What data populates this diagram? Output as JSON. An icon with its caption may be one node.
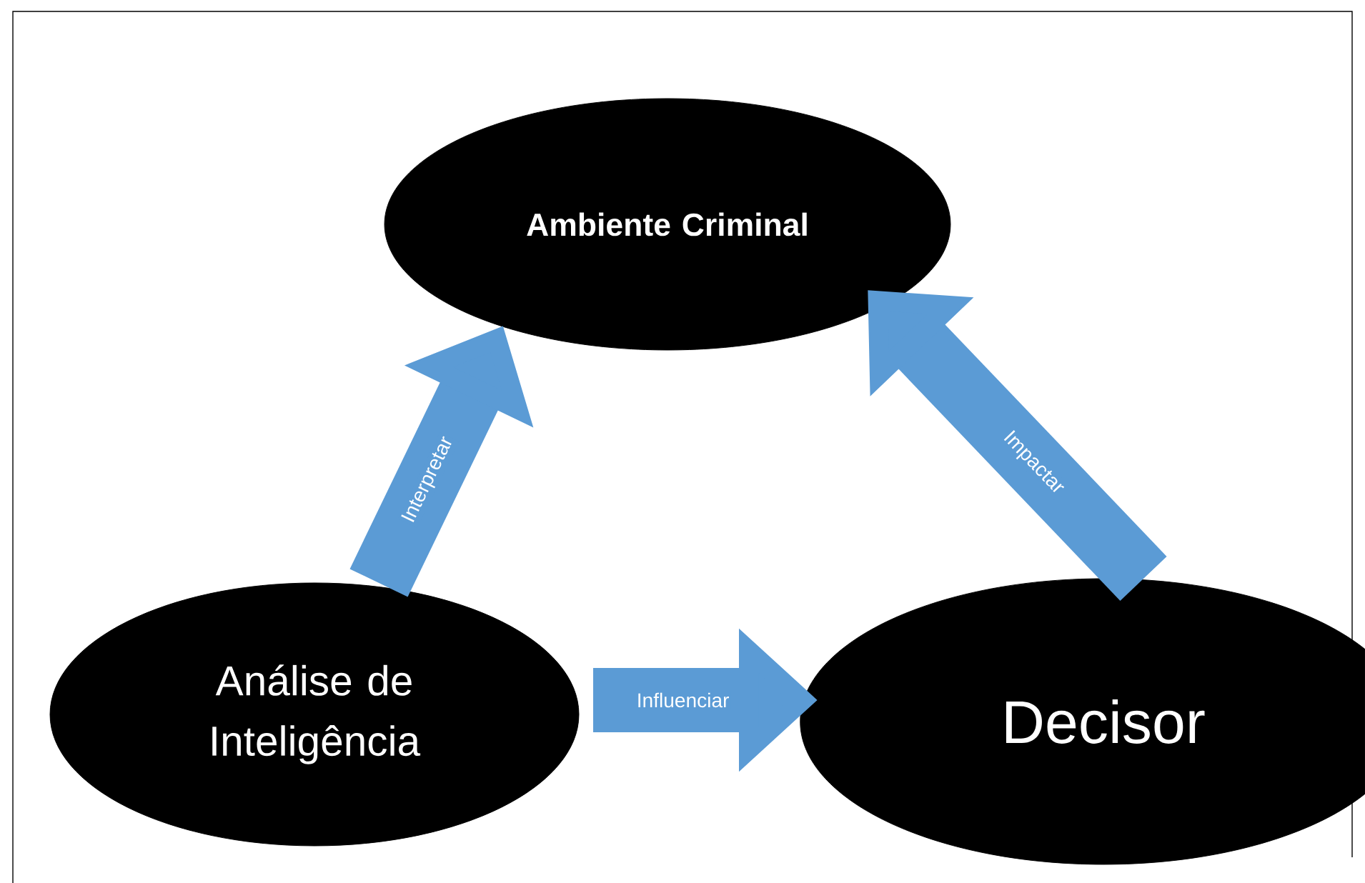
{
  "diagram": {
    "nodes": [
      {
        "text": [
          "Ambiente Criminal"
        ]
      },
      {
        "text": [
          "Análise de Inteligência"
        ]
      },
      {
        "text": [
          "Decisor"
        ]
      }
    ],
    "edges": [
      {
        "from": 1,
        "to": 0,
        "arrow": "to",
        "label": "Interpretar"
      },
      {
        "from": 1,
        "to": 2,
        "arrow": "to",
        "label": "Influenciar"
      },
      {
        "from": 2,
        "to": 0,
        "arrow": "to",
        "label": "Impactar"
      }
    ]
  }
}
